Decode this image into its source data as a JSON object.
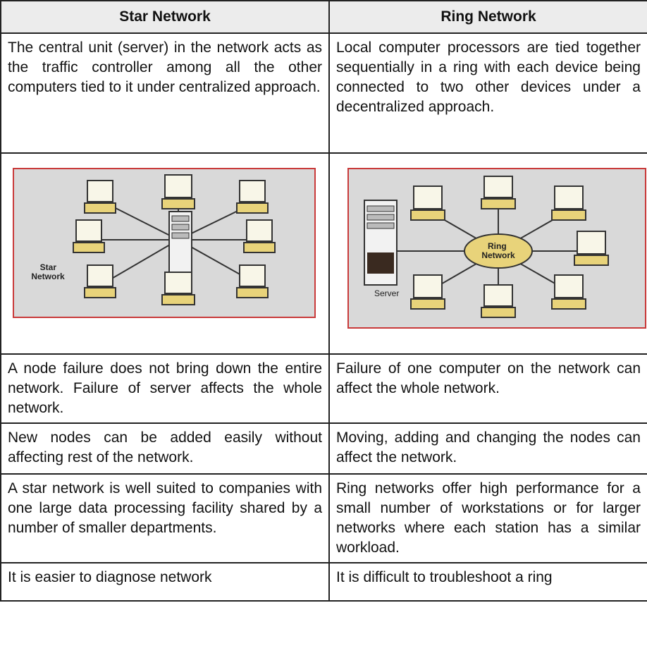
{
  "table": {
    "headers": [
      "Star Network",
      "Ring Network"
    ],
    "rows": [
      {
        "star": "The central unit (server) in the network acts as the traffic controller among all the other computers tied to it under centralized approach.",
        "ring": "Local computer processors are tied together sequentially in a ring with each device being connected to two other devices under a decentralized approach."
      },
      {
        "star": "A node failure does not bring down the entire network. Failure of server affects the whole network.",
        "ring": "Failure of one computer on the network can affect the whole network."
      },
      {
        "star": "New nodes can be added easily without affecting rest of the network.",
        "ring": "Moving, adding and changing the nodes can affect the network."
      },
      {
        "star": "A star network is well suited to companies with one large data processing facility shared by a number of smaller departments.",
        "ring": "Ring networks offer high performance for a small number of workstations or for larger networks where each station has a similar workload."
      },
      {
        "star": "It is easier to diagnose network",
        "ring": "It is difficult to troubleshoot a ring"
      }
    ]
  },
  "diagrams": {
    "star_label": "Star\nNetwork",
    "ring_label": "Ring\nNetwork",
    "server_label": "Server"
  }
}
